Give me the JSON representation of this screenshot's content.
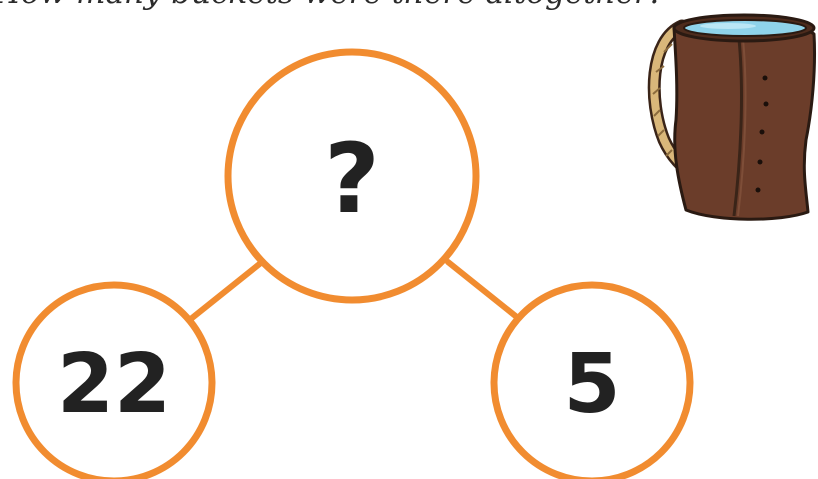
{
  "question": {
    "text": "How many buckets were there altogether?"
  },
  "part_whole_model": {
    "whole": "?",
    "part_left": "22",
    "part_right": "5"
  },
  "colors": {
    "circle_outline": "#f18c30",
    "number_text": "#222222",
    "bucket_body": "#6b3d2a",
    "bucket_water": "#8fd3ea",
    "bucket_rope": "#d9b77a"
  },
  "icons": {
    "bucket": "bucket-icon"
  }
}
